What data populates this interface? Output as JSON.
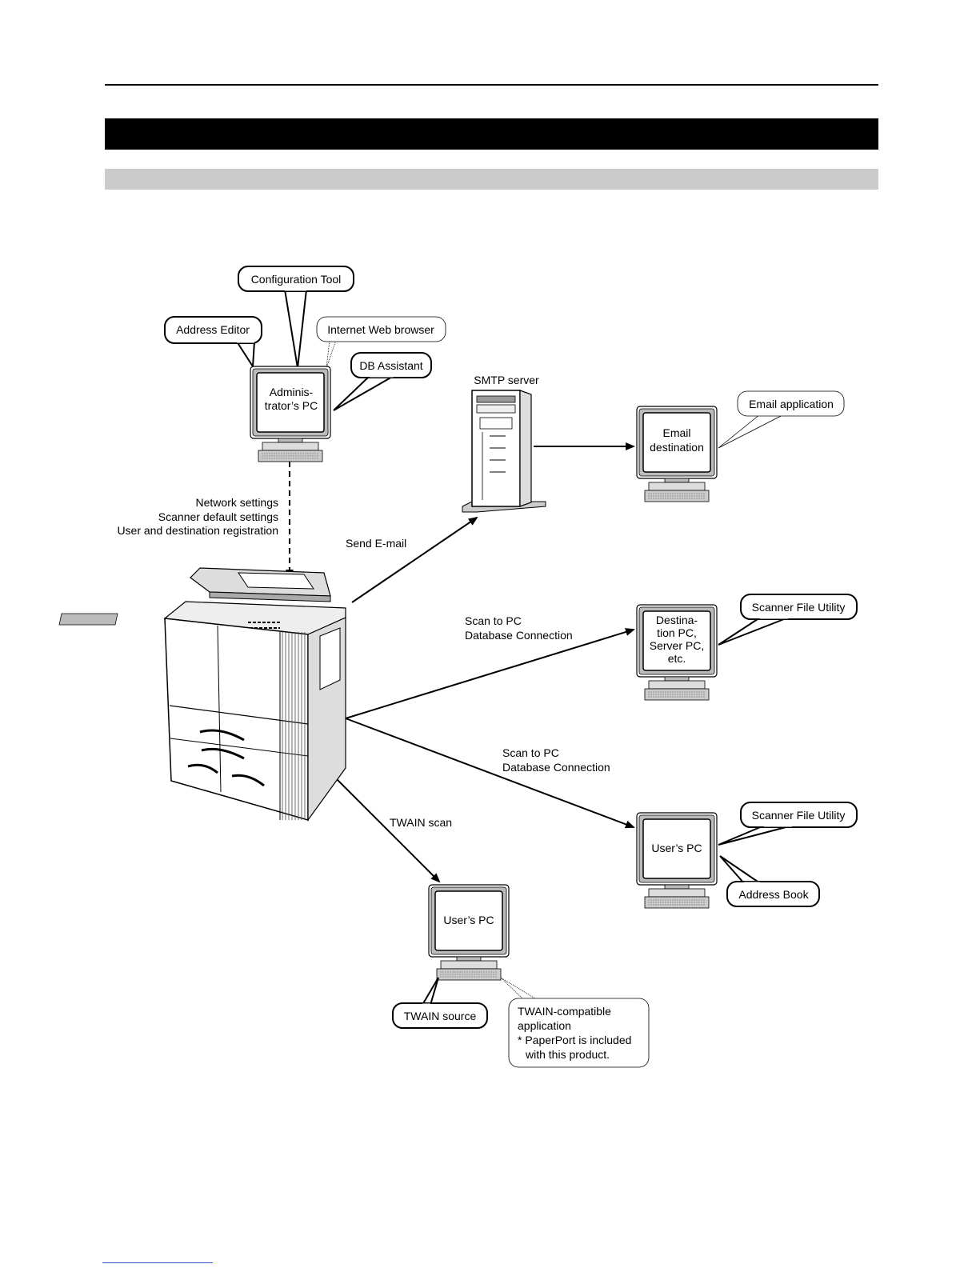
{
  "callouts": {
    "configuration_tool": "Configuration Tool",
    "address_editor": "Address Editor",
    "internet_web_browser": "Internet Web browser",
    "db_assistant": "DB Assistant",
    "email_application": "Email application",
    "scanner_file_utility_1": "Scanner File Utility",
    "scanner_file_utility_2": "Scanner File Utility",
    "address_book": "Address Book",
    "twain_source": "TWAIN source",
    "twain_app": {
      "line1": "TWAIN-compatible",
      "line2": "application",
      "line3": "* PaperPort is included",
      "line4": "with this product."
    }
  },
  "computers": {
    "admin_pc": {
      "line1": "Adminis-",
      "line2": "trator’s PC"
    },
    "email_destination": {
      "line1": "Email",
      "line2": "destination"
    },
    "destination_pc": {
      "line1": "Destina-",
      "line2": "tion PC,",
      "line3": "Server PC,",
      "line4": "etc."
    },
    "users_pc_right": "User’s PC",
    "users_pc_bottom": "User’s PC"
  },
  "labels": {
    "smtp_server": "SMTP server",
    "network_settings": "Network settings",
    "scanner_default_settings": "Scanner default settings",
    "user_destination_registration": "User and destination registration",
    "send_email": "Send E-mail",
    "scan_to_pc_1": "Scan to PC",
    "database_connection_1": "Database Connection",
    "scan_to_pc_2": "Scan to PC",
    "database_connection_2": "Database Connection",
    "twain_scan": "TWAIN scan"
  }
}
